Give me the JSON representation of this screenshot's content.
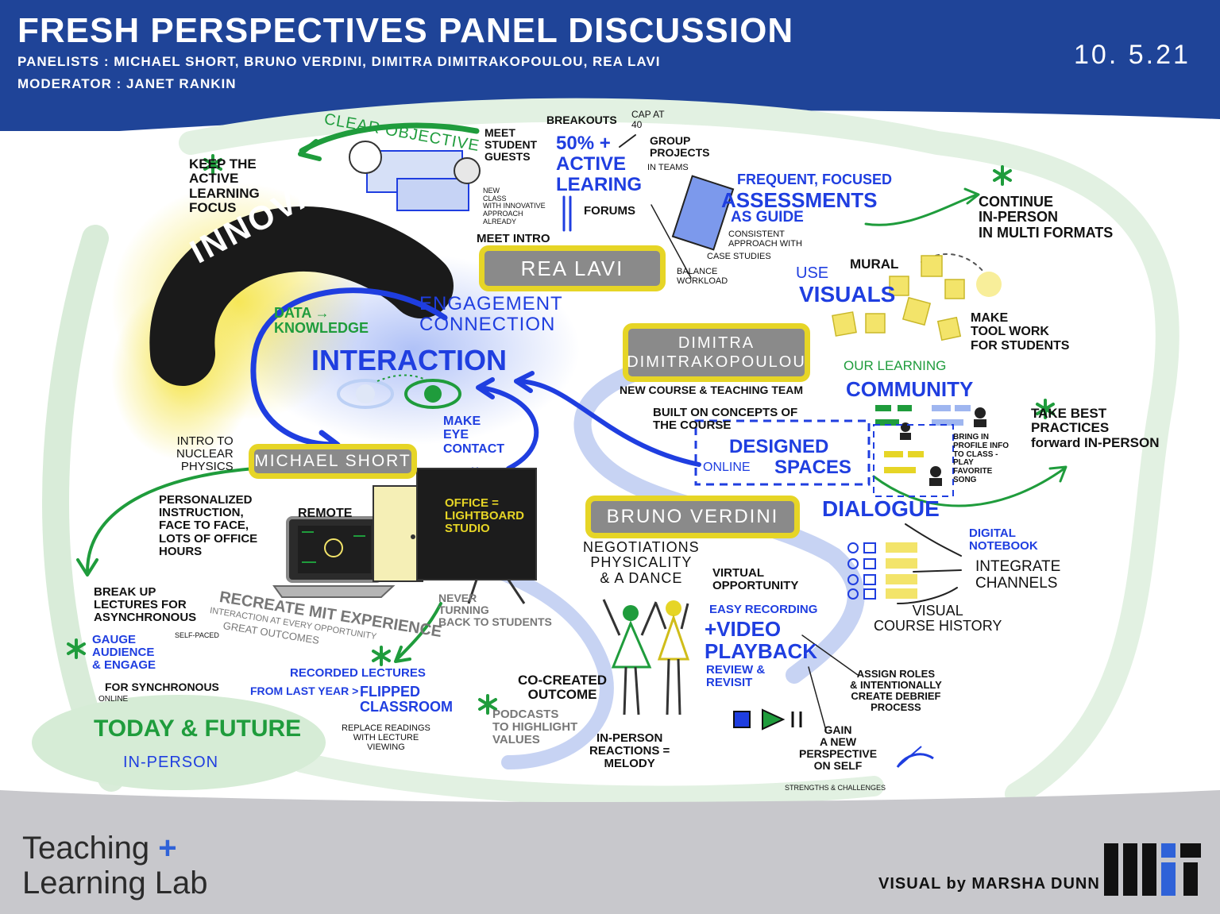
{
  "header": {
    "title": "FRESH PERSPECTIVES PANEL DISCUSSION",
    "panelists": "PANELISTS : MICHAEL SHORT, BRUNO VERDINI, DIMITRA DIMITRAKOPOULOU, REA LAVI",
    "moderator": "MODERATOR : JANET RANKIN",
    "date": "10. 5.21"
  },
  "center": {
    "innovations": "INNOVATIONS",
    "data_knowledge": "DATA →\nKNOWLEDGE",
    "engagement": "ENGAGEMENT\nCONNECTION",
    "interaction": "INTERACTION",
    "eye_contact": "MAKE\nEYE\nCONTACT"
  },
  "rea": {
    "name": "REA LAVI",
    "clear_objective": "CLEAR OBJECTIVE",
    "keep_focus": "KEEP the\nACTIVE\nLEARNING\nFOCUS",
    "meet_guests": "MEET\nSTUDENT\nGUESTS",
    "breakouts": "BREAKOUTS",
    "cap": "CAP at\n40",
    "active": "50% +\nACTIVE\nLEARING",
    "group_projects": "GROUP\nPROJECTS",
    "in_teams": "in TEAMS",
    "new_class": "NEW\nCLASS\nwith INNOVATIVE\nAPPROACH\nALREADY",
    "forums": "FORUMS",
    "meet_intro": "MEET INTRO",
    "frequent": "FREQUENT, FOCUSED",
    "assessments": "ASSESSMENTS",
    "as_guide": "as GUIDE",
    "consistent": "CONSISTENT\nAPPROACH with",
    "case_studies": "CASE STUDIES",
    "balance": "BALANCE\nWORKLOAD",
    "continue": "CONTINUE\nIN-PERSON\nin MULTI FORMATS"
  },
  "dimitra": {
    "name": "DIMITRA\nDIMITRAKOPOULOU",
    "use": "USE",
    "visuals": "VISUALS",
    "mural": "MURAL",
    "make_tool": "MAKE\nTOOL WORK\nfor STUDENTS",
    "our_learning": "OUR LEARNING",
    "community": "COMMUNITY",
    "new_course": "NEW COURSE & TEACHING TEAM",
    "built": "BUILT on CONCEPTS of\nthe COURSE",
    "designed": "DESIGNED",
    "online": "ONLINE",
    "spaces": "SPACES",
    "bring_profile": "BRING IN\nPROFILE INFO\nto CLASS -\nPLAY\nFAVORITE\nSONG",
    "take_best": "TAKE BEST\nPRACTICES\nforward IN-PERSON"
  },
  "michael": {
    "name": "MICHAEL SHORT",
    "intro": "INTRO to\nNUCLEAR\nPHYSICS",
    "personalized": "PERSONALIZED\nINSTRUCTION,\nFACE to FACE,\nLOTS of OFFICE\nHOURS",
    "remote": "REMOTE",
    "office": "OFFICE =\nLIGHTBOARD\nSTUDIO",
    "recreate": "RECREATE MIT EXPERIENCE",
    "interaction_every": "INTERACTION at EVERY OPPORTUNITY",
    "great_outcomes": "GREAT OUTCOMES",
    "never_turning": "NEVER\nTURNING\nBACK to STUDENTS",
    "break_up": "BREAK UP\nLECTURES for\nASYNCHRONOUS",
    "self_paced": "SELF-PACED",
    "gauge": "GAUGE\nAUDIENCE\n& ENGAGE",
    "for_sync": "for SYNCHRONOUS",
    "online_small": "ONLINE",
    "recorded": "RECORDED LECTURES",
    "from_last": "from LAST YEAR >",
    "flipped": "FLIPPED\nCLASSROOM",
    "replace": "REPLACE READINGS\nwith LECTURE\nVIEWING",
    "today": "TODAY & FUTURE",
    "in_person": "IN-PERSON"
  },
  "bruno": {
    "name": "BRUNO VERDINI",
    "negotiations": "NEGOTIATIONS\nPHYSICALITY\n& a DANCE",
    "virtual": "VIRTUAL\nOPPORTUNITY",
    "easy": "EASY RECORDING",
    "video": "+VIDEO\nPLAYBACK",
    "review": "REVIEW &\nREVISIT",
    "cocreated": "CO-CREATED\nOUTCOME",
    "podcasts": "PODCASTS\nto HIGHLIGHT\nVALUES",
    "reactions": "IN-PERSON\nREACTIONS =\nMELODY",
    "gain": "GAIN\na NEW\nPERSPECTIVE\non SELF",
    "strengths": "STRENGTHS & CHALLENGES",
    "assign": "ASSIGN ROLES\n& INTENTIONALLY\nCREATE DEBRIEF\nPROCESS",
    "dialogue": "DIALOGUE",
    "digital": "DIGITAL\nNOTEBOOK",
    "integrate": "INTEGRATE\nCHANNELS",
    "visual_course": "VISUAL\nCOURSE HISTORY"
  },
  "footer": {
    "brand_line1": "Teaching",
    "brand_plus": "+",
    "brand_line2": "Learning Lab",
    "credit": "VISUAL by MARSHA DUNN"
  },
  "colors": {
    "header_blue": "#1f4498",
    "ink_blue": "#1f3ee0",
    "ink_green": "#1f9c3c",
    "highlight_yellow": "#e6d526",
    "pill_gray": "#8a8a8a",
    "footer_gray": "#c8c8cc"
  }
}
